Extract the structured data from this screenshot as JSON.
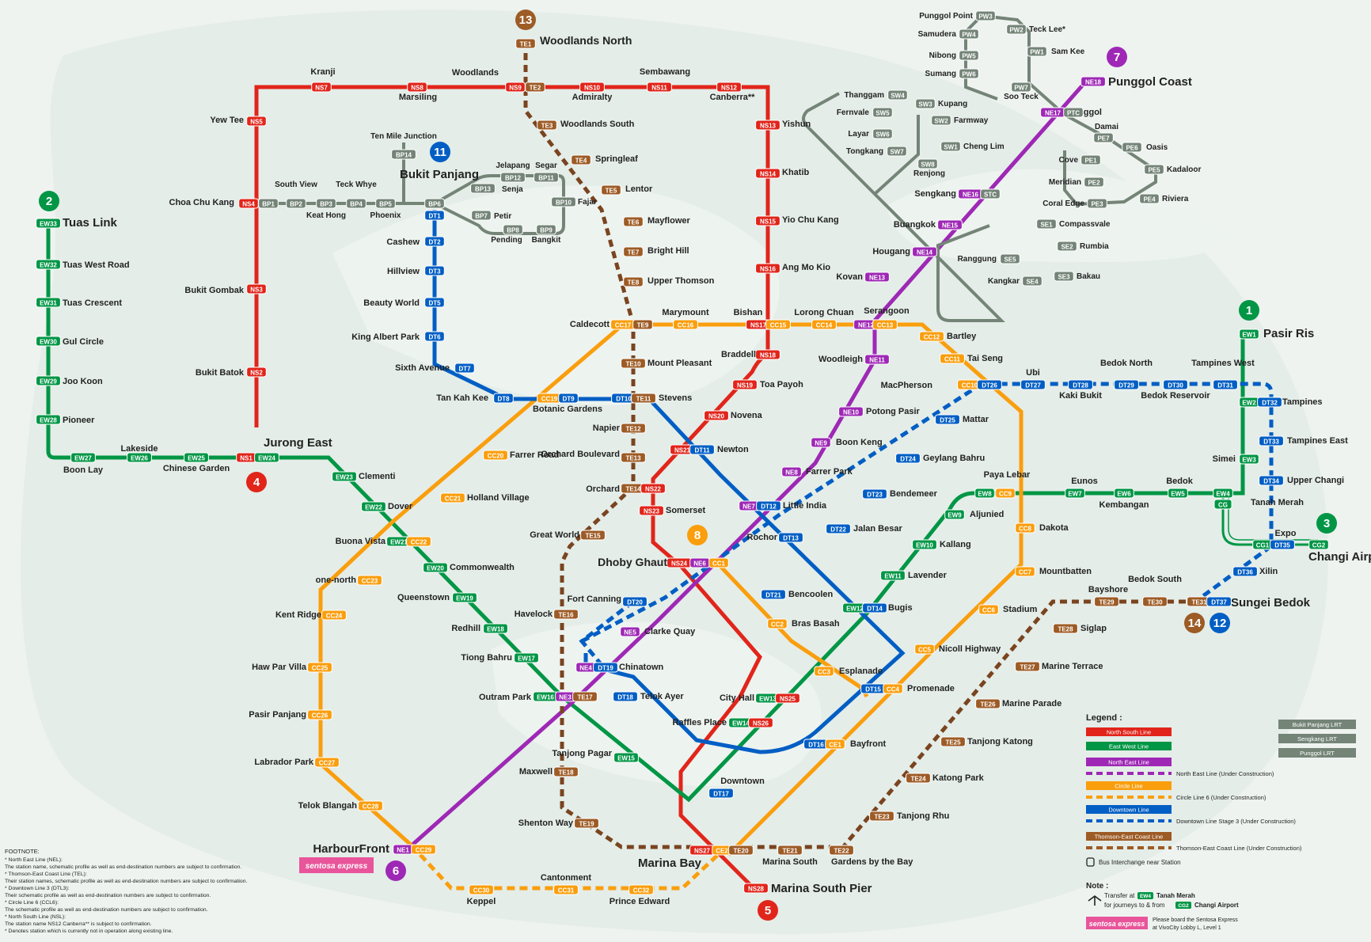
{
  "colors": {
    "background": "#ffffff",
    "land": "#e4ede8",
    "ns": "#e1251b",
    "ew": "#009645",
    "ne": "#9e28b5",
    "cc": "#fa9e0d",
    "dt": "#005ec4",
    "te": "#9d5b25",
    "lrt": "#748477",
    "text": "#222222"
  },
  "line_badges": {
    "ew": "2",
    "ns": "4",
    "ne": "6",
    "cc": "8",
    "bp": "11",
    "dt": "12",
    "te": "13",
    "te_east": "14",
    "ns_south": "5",
    "ew_east": "1",
    "ne_north": "7",
    "cg": "3"
  },
  "stations": {
    "s1": {
      "name": "Woodlands North",
      "code": "TE1"
    },
    "s2": {
      "name": "Kranji",
      "code": "NS7"
    },
    "s3": {
      "name": "Marsiling",
      "code": "NS8"
    },
    "s4": {
      "name": "Woodlands",
      "code": "NS9"
    },
    "s4b": {
      "name": "",
      "code": "TE2"
    },
    "s5": {
      "name": "Admiralty",
      "code": "NS10"
    },
    "s6": {
      "name": "Sembawang",
      "code": "NS11"
    },
    "s7": {
      "name": "Canberra**",
      "code": "NS12"
    },
    "s8": {
      "name": "Yew Tee",
      "code": "NS5"
    },
    "s9": {
      "name": "Woodlands South",
      "code": "TE3"
    },
    "s10": {
      "name": "Yishun",
      "code": "NS13"
    },
    "s11": {
      "name": "Springleaf",
      "code": "TE4"
    },
    "s12": {
      "name": "Khatib",
      "code": "NS14"
    },
    "s13": {
      "name": "Lentor",
      "code": "TE5"
    },
    "s14": {
      "name": "Mayflower",
      "code": "TE6"
    },
    "s15": {
      "name": "Yio Chu Kang",
      "code": "NS15"
    },
    "s16": {
      "name": "Bright Hill",
      "code": "TE7"
    },
    "s17": {
      "name": "Ang Mo Kio",
      "code": "NS16"
    },
    "s18": {
      "name": "Upper Thomson",
      "code": "TE8"
    },
    "s19": {
      "name": "Choa Chu Kang",
      "code": "NS4"
    },
    "s19b": {
      "name": "",
      "code": "BP1"
    },
    "s20": {
      "name": "South View",
      "code": "BP2"
    },
    "s21": {
      "name": "Keat Hong",
      "code": "BP3"
    },
    "s22": {
      "name": "Teck Whye",
      "code": "BP4"
    },
    "s23": {
      "name": "Phoenix",
      "code": "BP5"
    },
    "s24": {
      "name": "Bukit Panjang",
      "code": "BP6"
    },
    "s25": {
      "name": "Ten Mile Junction",
      "code": "BP14"
    },
    "s26": {
      "name": "Senja",
      "code": "BP13"
    },
    "s27": {
      "name": "Jelapang",
      "code": "BP12"
    },
    "s28": {
      "name": "Segar",
      "code": "BP11"
    },
    "s29": {
      "name": "Fajar",
      "code": "BP10"
    },
    "s30": {
      "name": "Bangkit",
      "code": "BP9"
    },
    "s31": {
      "name": "Pending",
      "code": "BP8"
    },
    "s32": {
      "name": "Petir",
      "code": "BP7"
    },
    "s33": {
      "name": "Tuas Link",
      "code": "EW33"
    },
    "s34": {
      "name": "Tuas West Road",
      "code": "EW32"
    },
    "s35": {
      "name": "Tuas Crescent",
      "code": "EW31"
    },
    "s36": {
      "name": "Gul Circle",
      "code": "EW30"
    },
    "s37": {
      "name": "Joo Koon",
      "code": "EW29"
    },
    "s38": {
      "name": "Pioneer",
      "code": "EW28"
    },
    "s39": {
      "name": "Boon Lay",
      "code": "EW27"
    },
    "s40": {
      "name": "Lakeside",
      "code": "EW26"
    },
    "s41": {
      "name": "Chinese Garden",
      "code": "EW25"
    },
    "s42": {
      "name": "Jurong East",
      "code": "NS1"
    },
    "s42b": {
      "name": "",
      "code": "EW24"
    },
    "s43": {
      "name": "Bukit Gombak",
      "code": "NS3"
    },
    "s44": {
      "name": "Bukit Batok",
      "code": "NS2"
    },
    "s45": {
      "name": "Cashew",
      "code": "DT2"
    },
    "s45a": {
      "name": "",
      "code": "DT1"
    },
    "s46": {
      "name": "Hillview",
      "code": "DT3"
    },
    "s47": {
      "name": "Beauty World",
      "code": "DT5"
    },
    "s48": {
      "name": "King Albert Park",
      "code": "DT6"
    },
    "s49": {
      "name": "Sixth Avenue",
      "code": "DT7"
    },
    "s50": {
      "name": "Tan Kah Kee",
      "code": "DT8"
    },
    "s51": {
      "name": "Botanic Gardens",
      "code": "CC19"
    },
    "s51b": {
      "name": "",
      "code": "DT9"
    },
    "s52": {
      "name": "Stevens",
      "code": "DT10"
    },
    "s52b": {
      "name": "",
      "code": "TE11"
    },
    "s53": {
      "name": "Caldecott",
      "code": "CC17"
    },
    "s53b": {
      "name": "",
      "code": "TE9"
    },
    "s54": {
      "name": "Marymount",
      "code": "CC16"
    },
    "s55": {
      "name": "Bishan",
      "code": "NS17"
    },
    "s55b": {
      "name": "",
      "code": "CC15"
    },
    "s56": {
      "name": "Lorong Chuan",
      "code": "CC14"
    },
    "s57": {
      "name": "Serangoon",
      "code": "NE12"
    },
    "s57b": {
      "name": "",
      "code": "CC13"
    },
    "s58": {
      "name": "Bartley",
      "code": "CC12"
    },
    "s59": {
      "name": "Tai Seng",
      "code": "CC11"
    },
    "s60": {
      "name": "MacPherson",
      "code": "CC10"
    },
    "s60b": {
      "name": "",
      "code": "DT26"
    },
    "s61": {
      "name": "Mount Pleasant",
      "code": "TE10"
    },
    "s62": {
      "name": "Braddell",
      "code": "NS18"
    },
    "s63": {
      "name": "Toa Payoh",
      "code": "NS19"
    },
    "s64": {
      "name": "Novena",
      "code": "NS20"
    },
    "s65": {
      "name": "Newton",
      "code": "NS21"
    },
    "s65b": {
      "name": "",
      "code": "DT11"
    },
    "s66": {
      "name": "Napier",
      "code": "TE12"
    },
    "s67": {
      "name": "Orchard Boulevard",
      "code": "TE13"
    },
    "s68": {
      "name": "Orchard",
      "code": "TE14"
    },
    "s68b": {
      "name": "",
      "code": "NS22"
    },
    "s69": {
      "name": "Somerset",
      "code": "NS23"
    },
    "s70": {
      "name": "Dhoby Ghaut",
      "code": "NS24"
    },
    "s70b": {
      "name": "",
      "code": "NE6"
    },
    "s70c": {
      "name": "",
      "code": "CC1"
    },
    "s71": {
      "name": "Farrer Road",
      "code": "CC20"
    },
    "s72": {
      "name": "Holland Village",
      "code": "CC21"
    },
    "s73": {
      "name": "Buona Vista",
      "code": "EW21"
    },
    "s73b": {
      "name": "",
      "code": "CC22"
    },
    "s74": {
      "name": "Clementi",
      "code": "EW23"
    },
    "s75": {
      "name": "Dover",
      "code": "EW22"
    },
    "s76": {
      "name": "Commonwealth",
      "code": "EW20"
    },
    "s77": {
      "name": "Queenstown",
      "code": "EW19"
    },
    "s78": {
      "name": "Redhill",
      "code": "EW18"
    },
    "s79": {
      "name": "Tiong Bahru",
      "code": "EW17"
    },
    "s80": {
      "name": "Outram Park",
      "code": "EW16"
    },
    "s80b": {
      "name": "",
      "code": "NE3"
    },
    "s80c": {
      "name": "",
      "code": "TE17"
    },
    "s81": {
      "name": "one-north",
      "code": "CC23"
    },
    "s82": {
      "name": "Kent Ridge",
      "code": "CC24"
    },
    "s83": {
      "name": "Haw Par Villa",
      "code": "CC25"
    },
    "s84": {
      "name": "Pasir Panjang",
      "code": "CC26"
    },
    "s85": {
      "name": "Labrador Park",
      "code": "CC27"
    },
    "s86": {
      "name": "Telok Blangah",
      "code": "CC28"
    },
    "s87": {
      "name": "HarbourFront",
      "code": "NE1"
    },
    "s87b": {
      "name": "",
      "code": "CC29"
    },
    "s88": {
      "name": "Keppel",
      "code": "CC30"
    },
    "s89": {
      "name": "Cantonment",
      "code": "CC31"
    },
    "s90": {
      "name": "Prince Edward",
      "code": "CC32"
    },
    "s91": {
      "name": "Great World",
      "code": "TE15"
    },
    "s92": {
      "name": "Havelock",
      "code": "TE16"
    },
    "s93": {
      "name": "Fort Canning",
      "code": "DT20"
    },
    "s94": {
      "name": "Clarke Quay",
      "code": "NE5"
    },
    "s95": {
      "name": "Chinatown",
      "code": "NE4"
    },
    "s95b": {
      "name": "",
      "code": "DT19"
    },
    "s96": {
      "name": "Telok Ayer",
      "code": "DT18"
    },
    "s97": {
      "name": "Tanjong Pagar",
      "code": "EW15"
    },
    "s98": {
      "name": "Maxwell",
      "code": "TE18"
    },
    "s99": {
      "name": "Shenton Way",
      "code": "TE19"
    },
    "s100": {
      "name": "Marina Bay",
      "code": "NS27"
    },
    "s100b": {
      "name": "",
      "code": "CE2"
    },
    "s100c": {
      "name": "",
      "code": "TE20"
    },
    "s101": {
      "name": "Marina South Pier",
      "code": "NS28"
    },
    "s102": {
      "name": "Marina South",
      "code": "TE21"
    },
    "s103": {
      "name": "Gardens by the Bay",
      "code": "TE22"
    },
    "s104": {
      "name": "Downtown",
      "code": "DT17"
    },
    "s105": {
      "name": "Bayfront",
      "code": "DT16"
    },
    "s105b": {
      "name": "",
      "code": "CE1"
    },
    "s106": {
      "name": "Raffles Place",
      "code": "EW14"
    },
    "s106b": {
      "name": "",
      "code": "NS26"
    },
    "s107": {
      "name": "City Hall",
      "code": "EW13"
    },
    "s107b": {
      "name": "",
      "code": "NS25"
    },
    "s108": {
      "name": "Esplanade",
      "code": "CC3"
    },
    "s109": {
      "name": "Bras Basah",
      "code": "CC2"
    },
    "s110": {
      "name": "Promenade",
      "code": "DT15"
    },
    "s110b": {
      "name": "",
      "code": "CC4"
    },
    "s111": {
      "name": "Bugis",
      "code": "EW12"
    },
    "s111b": {
      "name": "",
      "code": "DT14"
    },
    "s112": {
      "name": "Bencoolen",
      "code": "DT21"
    },
    "s113": {
      "name": "Rochor",
      "code": "DT13"
    },
    "s114": {
      "name": "Little India",
      "code": "NE7"
    },
    "s114b": {
      "name": "",
      "code": "DT12"
    },
    "s115": {
      "name": "Farrer Park",
      "code": "NE8"
    },
    "s116": {
      "name": "Boon Keng",
      "code": "NE9"
    },
    "s117": {
      "name": "Potong Pasir",
      "code": "NE10"
    },
    "s118": {
      "name": "Woodleigh",
      "code": "NE11"
    },
    "s119": {
      "name": "Kovan",
      "code": "NE13"
    },
    "s120": {
      "name": "Hougang",
      "code": "NE14"
    },
    "s121": {
      "name": "Buangkok",
      "code": "NE15"
    },
    "s122": {
      "name": "Sengkang",
      "code": "NE16"
    },
    "s122b": {
      "name": "",
      "code": "STC"
    },
    "s123": {
      "name": "Punggol",
      "code": "NE17"
    },
    "s123b": {
      "name": "",
      "code": "PTC"
    },
    "s124": {
      "name": "Punggol Coast",
      "code": "NE18"
    },
    "s125": {
      "name": "Mattar",
      "code": "DT25"
    },
    "s126": {
      "name": "Geylang Bahru",
      "code": "DT24"
    },
    "s127": {
      "name": "Bendemeer",
      "code": "DT23"
    },
    "s128": {
      "name": "Jalan Besar",
      "code": "DT22"
    },
    "s129": {
      "name": "Lavender",
      "code": "EW11"
    },
    "s130": {
      "name": "Kallang",
      "code": "EW10"
    },
    "s131": {
      "name": "Aljunied",
      "code": "EW9"
    },
    "s132": {
      "name": "Paya Lebar",
      "code": "EW8"
    },
    "s132b": {
      "name": "",
      "code": "CC9"
    },
    "s133": {
      "name": "Eunos",
      "code": "EW7"
    },
    "s134": {
      "name": "Kembangan",
      "code": "EW6"
    },
    "s135": {
      "name": "Bedok",
      "code": "EW5"
    },
    "s136": {
      "name": "Tanah Merah",
      "code": "EW4"
    },
    "s136b": {
      "name": "",
      "code": "CG"
    },
    "s137": {
      "name": "Dakota",
      "code": "CC8"
    },
    "s138": {
      "name": "Mountbatten",
      "code": "CC7"
    },
    "s139": {
      "name": "Stadium",
      "code": "CC6"
    },
    "s140": {
      "name": "Nicoll Highway",
      "code": "CC5"
    },
    "s141": {
      "name": "Ubi",
      "code": "DT27"
    },
    "s142": {
      "name": "Kaki Bukit",
      "code": "DT28"
    },
    "s143": {
      "name": "Bedok North",
      "code": "DT29"
    },
    "s144": {
      "name": "Bedok Reservoir",
      "code": "DT30"
    },
    "s145": {
      "name": "Tampines West",
      "code": "DT31"
    },
    "s146": {
      "name": "Tampines",
      "code": "EW2"
    },
    "s146b": {
      "name": "",
      "code": "DT32"
    },
    "s147": {
      "name": "Pasir Ris",
      "code": "EW1"
    },
    "s148": {
      "name": "Simei",
      "code": "EW3"
    },
    "s149": {
      "name": "Tampines East",
      "code": "DT33"
    },
    "s150": {
      "name": "Upper Changi",
      "code": "DT34"
    },
    "s151": {
      "name": "Expo",
      "code": "CG1"
    },
    "s151b": {
      "name": "",
      "code": "DT35"
    },
    "s152": {
      "name": "Changi Airport",
      "code": "CG2"
    },
    "s153": {
      "name": "Xilin",
      "code": "DT36"
    },
    "s154": {
      "name": "Sungei Bedok",
      "code": "TE31"
    },
    "s154b": {
      "name": "",
      "code": "DT37"
    },
    "s155": {
      "name": "Bedok South",
      "code": "TE30"
    },
    "s156": {
      "name": "Bayshore",
      "code": "TE29"
    },
    "s157": {
      "name": "Siglap",
      "code": "TE28"
    },
    "s158": {
      "name": "Marine Terrace",
      "code": "TE27"
    },
    "s159": {
      "name": "Marine Parade",
      "code": "TE26"
    },
    "s160": {
      "name": "Tanjong Katong",
      "code": "TE25"
    },
    "s161": {
      "name": "Katong Park",
      "code": "TE24"
    },
    "s162": {
      "name": "Tanjong Rhu",
      "code": "TE23"
    },
    "l1": {
      "name": "Punggol Point",
      "code": "PW3"
    },
    "l2": {
      "name": "Samudera",
      "code": "PW4"
    },
    "l3": {
      "name": "Nibong",
      "code": "PW5"
    },
    "l4": {
      "name": "Sumang",
      "code": "PW6"
    },
    "l5": {
      "name": "Soo Teck",
      "code": "PW7"
    },
    "l6": {
      "name": "Sam Kee",
      "code": "PW1"
    },
    "l7": {
      "name": "Teck Lee*",
      "code": "PW2"
    },
    "l8": {
      "name": "Damai",
      "code": "PE7"
    },
    "l9": {
      "name": "Oasis",
      "code": "PE6"
    },
    "l10": {
      "name": "Kadaloor",
      "code": "PE5"
    },
    "l11": {
      "name": "Riviera",
      "code": "PE4"
    },
    "l12": {
      "name": "Coral Edge",
      "code": "PE3"
    },
    "l13": {
      "name": "Meridian",
      "code": "PE2"
    },
    "l14": {
      "name": "Cove",
      "code": "PE1"
    },
    "l15": {
      "name": "Thanggam",
      "code": "SW4"
    },
    "l16": {
      "name": "Fernvale",
      "code": "SW5"
    },
    "l17": {
      "name": "Layar",
      "code": "SW6"
    },
    "l18": {
      "name": "Tongkang",
      "code": "SW7"
    },
    "l19": {
      "name": "Renjong",
      "code": "SW8"
    },
    "l20": {
      "name": "Cheng Lim",
      "code": "SW1"
    },
    "l21": {
      "name": "Farmway",
      "code": "SW2"
    },
    "l22": {
      "name": "Kupang",
      "code": "SW3"
    },
    "l23": {
      "name": "Compassvale",
      "code": "SE1"
    },
    "l24": {
      "name": "Rumbia",
      "code": "SE2"
    },
    "l25": {
      "name": "Bakau",
      "code": "SE3"
    },
    "l26": {
      "name": "Kangkar",
      "code": "SE4"
    },
    "l27": {
      "name": "Ranggung",
      "code": "SE5"
    }
  },
  "legend": {
    "title": "Legend :",
    "items": [
      "North South Line",
      "East West Line",
      "North East Line",
      "Circle Line",
      "Downtown Line",
      "Thomson-East Coast Line"
    ],
    "construction": [
      "North East Line (Under Construction)",
      "Circle Line 6 (Under Construction)",
      "Downtown Line Stage 3 (Under Construction)",
      "Thomson-East Coast Line (Under Construction)"
    ],
    "lrt": [
      "Bukit Panjang LRT",
      "Sengkang LRT",
      "Punggol LRT"
    ],
    "bus": "Bus Interchange near Station",
    "note_title": "Note :",
    "note_transfer_1": "Transfer at",
    "note_transfer_code": "EW4",
    "note_transfer_2": "Tanah Merah",
    "note_transfer_3": "for journeys to & from",
    "note_transfer_code2": "CG2",
    "note_transfer_4": "Changi Airport",
    "sentosa": "sentosa express",
    "sentosa_note_1": "Please board the Sentosa Express",
    "sentosa_note_2": "at VivoCity Lobby L, Level 1"
  },
  "footnote": {
    "title": "FOOTNOTE:",
    "lines": [
      "* North East Line (NEL):",
      "  The station name, schematic profile as well as end-destination numbers are subject to confirmation.",
      "* Thomson-East Coast Line (TEL):",
      "  Their station names, schematic profile as well as end-destination numbers are subject to confirmation.",
      "* Downtown Line 3 (DTL3):",
      "  Their schematic profile as well as end-destination numbers are subject to confirmation.",
      "* Circle Line 6 (CCL6):",
      "  The schematic profile as well as end-destination numbers are subject to confirmation.",
      "* North South Line (NSL):",
      "  The station name NS12 Canberra** is subject to confirmation.",
      "* Denotes station which is currently not in operation along existing line."
    ]
  }
}
